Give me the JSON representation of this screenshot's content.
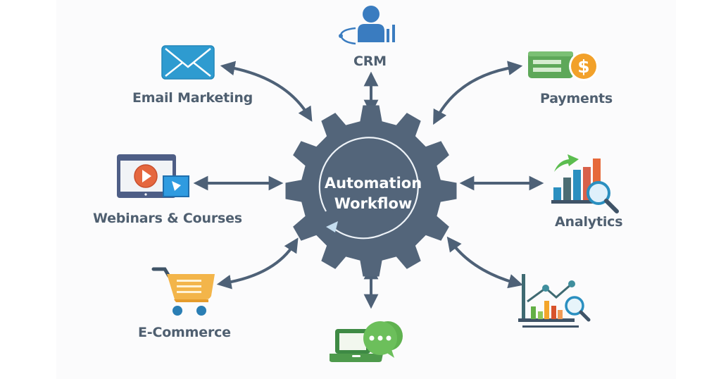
{
  "diagram": {
    "center": {
      "line1": "Automation",
      "line2": "Workflow",
      "icon": "gear-icon",
      "color": "#53657a"
    },
    "nodes": [
      {
        "id": "crm",
        "label": "CRM",
        "icon": "crm-user-icon",
        "position": "top"
      },
      {
        "id": "email",
        "label": "Email Marketing",
        "icon": "envelope-icon",
        "position": "top-left"
      },
      {
        "id": "payments",
        "label": "Payments",
        "icon": "payment-card-dollar-icon",
        "position": "top-right"
      },
      {
        "id": "webinars",
        "label": "Webinars & Courses",
        "icon": "video-play-icon",
        "position": "left"
      },
      {
        "id": "analytics",
        "label": "Analytics",
        "icon": "bar-chart-magnifier-icon",
        "position": "right"
      },
      {
        "id": "ecommerce",
        "label": "E-Commerce",
        "icon": "shopping-cart-icon",
        "position": "bottom-left"
      },
      {
        "id": "reporting",
        "label": "",
        "icon": "line-chart-magnifier-icon",
        "position": "bottom-right"
      },
      {
        "id": "chat",
        "label": "",
        "icon": "laptop-chat-icon",
        "position": "bottom"
      }
    ],
    "connector": "double-headed-arrow",
    "colors": {
      "arrow": "#4e6177",
      "label": "#4f5f70",
      "email_blue": "#2e9bd0",
      "crm_blue": "#3a7cc0",
      "payments_green": "#5ea859",
      "coin_orange": "#f2a12a",
      "play_red": "#e5673f",
      "cart_yellow": "#f3b54a",
      "chat_green": "#65b957"
    }
  }
}
